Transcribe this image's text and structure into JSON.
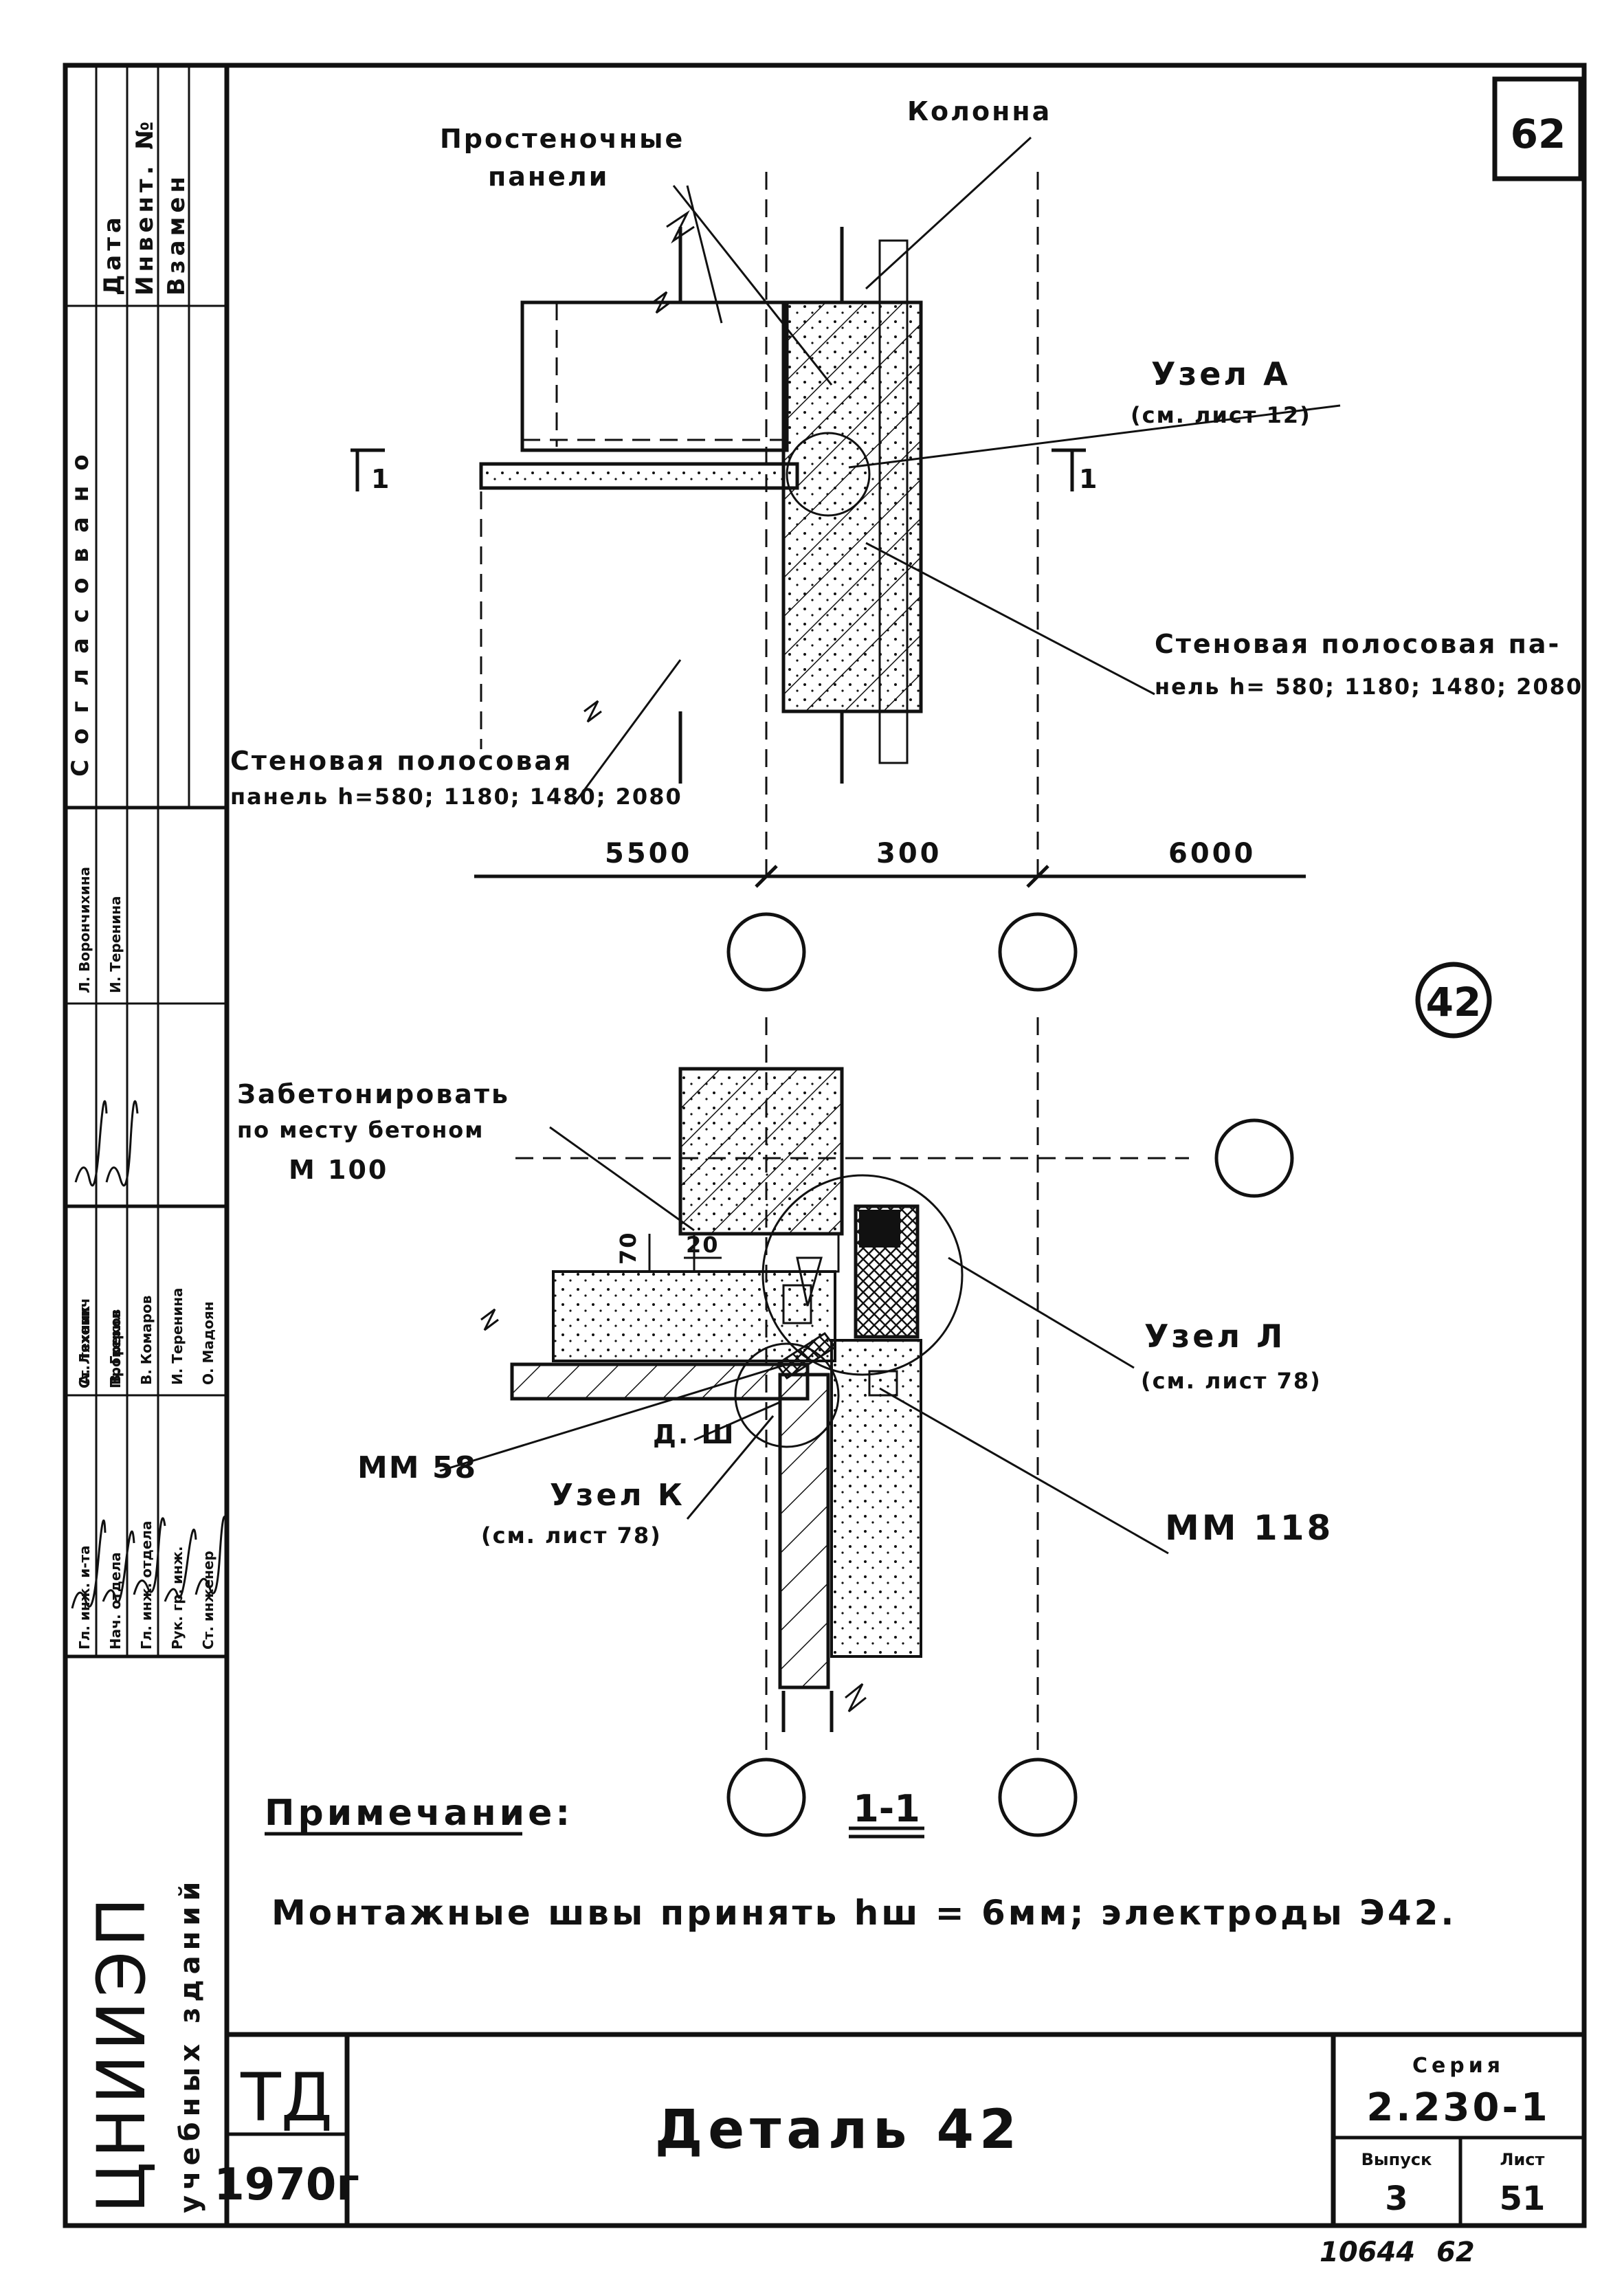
{
  "sheet_number": "62",
  "labels": {
    "partition_panels_1": "Простеночные",
    "partition_panels_2": "панели",
    "column": "Колонна",
    "node_a": "Узел А",
    "node_a_ref": "(см. лист 12)",
    "wall_strip_panel_right_1": "Стеновая полосовая па-",
    "wall_strip_panel_right_2": "нель h= 580; 1180; 1480; 2080",
    "wall_strip_panel_left_1": "Стеновая полосовая",
    "wall_strip_panel_left_2": "панель h=580; 1180; 1480; 2080",
    "concrete_1": "Забетонировать",
    "concrete_2": "по месту бетоном",
    "concrete_3": "М 100",
    "node_l": "Узел Л",
    "node_l_ref": "(см. лист 78)",
    "mm58": "ММ 58",
    "dsh": "Д. Ш",
    "node_k": "Узел К",
    "node_k_ref": "(см. лист 78)",
    "mm118": "ММ 118",
    "section_mark": "1",
    "section_title": "1-1",
    "note_title": "Примечание:",
    "note_text": "Монтажные швы принять hш = 6мм; электроды Э42.",
    "detail_number": "42"
  },
  "dimensions": {
    "d1": "5500",
    "d2": "300",
    "d3": "6000",
    "d4": "70",
    "d5": "20"
  },
  "stamp": {
    "header_date": "Дата",
    "header_inv": "Инвент. №",
    "header_replace": "Взамен",
    "agreed": "Согласовано",
    "roles": [
      "Гл. инж. и-та",
      "Нач. отдела",
      "Гл. инж. отдела",
      "Рук. гр. инж.",
      "Ст. инженер"
    ],
    "names": [
      "А. Ляхович",
      "В. Греков",
      "В. Комаров",
      "И. Теренина",
      "О. Мадоян"
    ],
    "role_tech": "Ст. техник",
    "name_tech": "Л. Ворончихина",
    "role_check": "Проверил",
    "name_check": "И. Теренина"
  },
  "org": {
    "name": "ЦНИИЭП",
    "subtitle": "учебных зданий"
  },
  "title_block": {
    "td": "ТД",
    "year": "1970г",
    "title": "Деталь 42",
    "series_label": "Серия",
    "series_value": "2.230-1",
    "issue_label": "Выпуск",
    "issue_value": "3",
    "sheet_label": "Лист",
    "sheet_value": "51"
  },
  "footer_code": "10644",
  "footer_sheet": "62"
}
